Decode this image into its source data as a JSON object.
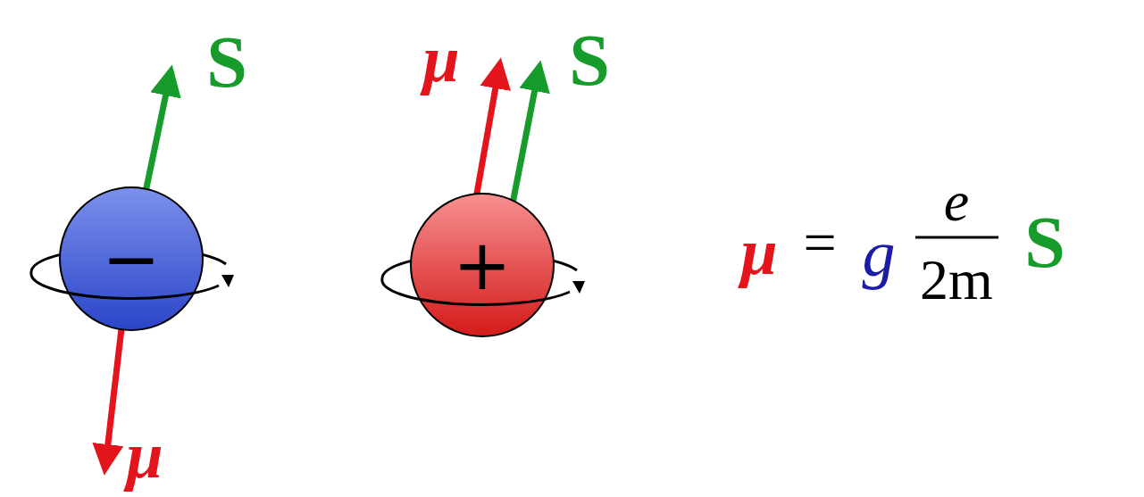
{
  "diagram": {
    "nodes": [
      {
        "text": [
          "−"
        ]
      },
      {
        "text": [
          "+"
        ]
      }
    ],
    "labels": [
      "S",
      "μ",
      "μ",
      "S",
      "μ",
      "=",
      "g",
      "e",
      "2m",
      "S"
    ]
  }
}
